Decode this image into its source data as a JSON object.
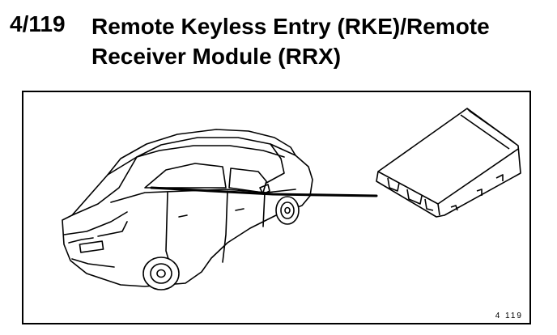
{
  "heading": {
    "number": "4/119",
    "title": "Remote Keyless Entry (RKE)/Remote Receiver Module (RRX)"
  },
  "figure": {
    "id_label": "4  119",
    "icons": [
      "car-illustration",
      "module-illustration",
      "leader-line"
    ],
    "colors": {
      "line": "#000000",
      "background": "#ffffff"
    }
  }
}
